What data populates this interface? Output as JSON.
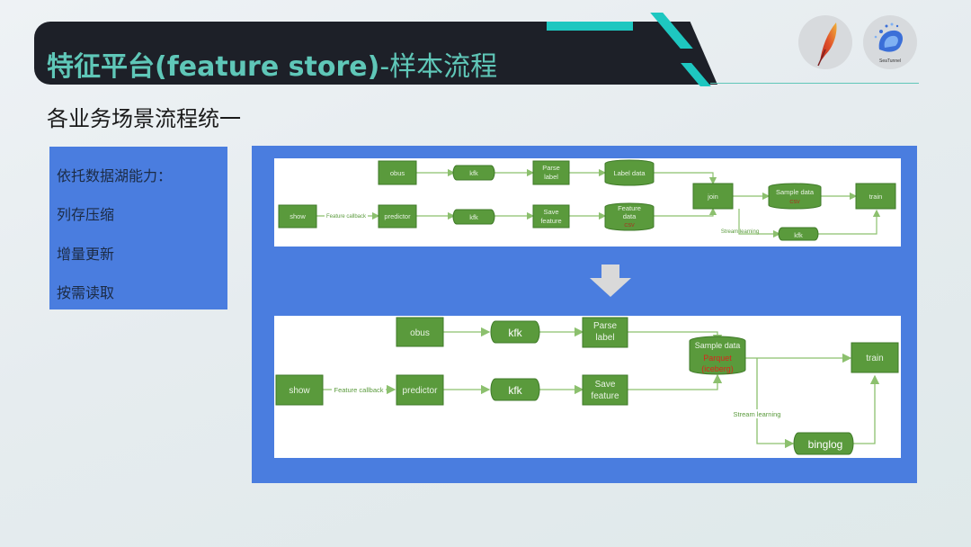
{
  "header": {
    "title_bold": "特征平台(feature store)",
    "title_rest": "-样本流程"
  },
  "subtitle": "各业务场景流程统一",
  "capabilities": {
    "heading": "依托数据湖能力：",
    "items": [
      "列存压缩",
      "增量更新",
      "按需读取"
    ]
  },
  "logos": {
    "right_text": "SeaTunnel"
  },
  "colors": {
    "accent": "#1ec7c0",
    "title": "#5fc7b8",
    "panel_blue": "#4a7ddf",
    "node_green": "#5a9a3c",
    "edge_green": "#8cc06e",
    "red_text": "#b3261e"
  },
  "diagram_before": {
    "nodes": {
      "obus": "obus",
      "kfk1": "kfk",
      "parse": [
        "Parse",
        "label"
      ],
      "label_data": "Label data",
      "show": "show",
      "predictor": "predictor",
      "kfk2": "kfk",
      "save": [
        "Save",
        "feature"
      ],
      "feature_data": [
        "Feature",
        "data"
      ],
      "feature_data_fmt": "CSV",
      "join": "join",
      "sample_data": "Sample data",
      "sample_data_fmt": "CSV",
      "train": "train",
      "kfk3": "kfk"
    },
    "edge_labels": {
      "feature_callback": "Feature callback",
      "stream_learning": "Stream learning"
    }
  },
  "diagram_after": {
    "nodes": {
      "obus": "obus",
      "kfk1": "kfk",
      "parse": [
        "Parse",
        "label"
      ],
      "show": "show",
      "predictor": "predictor",
      "kfk2": "kfk",
      "save": [
        "Save",
        "feature"
      ],
      "sample_data": "Sample data",
      "sample_fmt": [
        "Parquet",
        "(iceberg)"
      ],
      "train": "train",
      "binglog": "binglog"
    },
    "edge_labels": {
      "feature_callback": "Feature callback",
      "stream_learning": "Stream learning"
    }
  }
}
